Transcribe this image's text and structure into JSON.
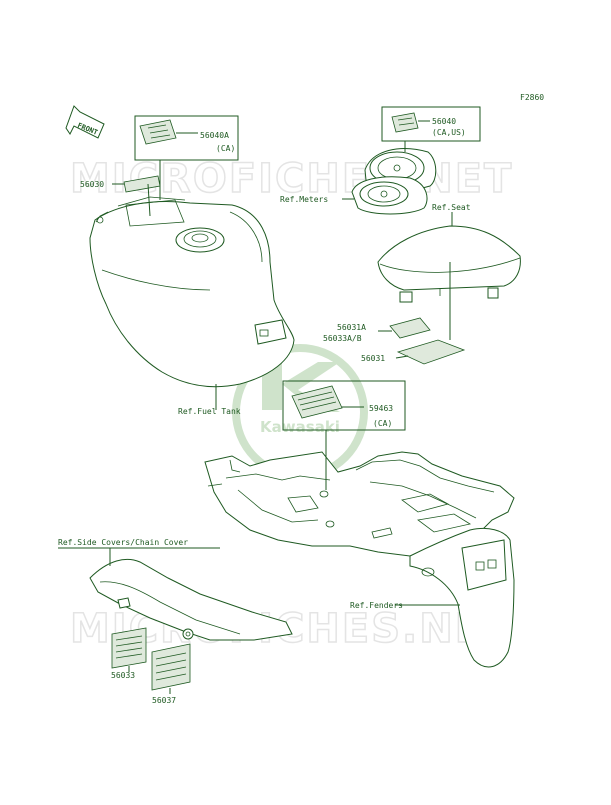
{
  "figure_code": "F2860",
  "front_label": "FRONT",
  "watermark": "MICROFICHES.NET",
  "logo_text": "Kawasaki",
  "colors": {
    "ink": "#1f5a22",
    "watermark": "#e4e4e4",
    "logo": "#cfe3cb",
    "background": "#ffffff"
  },
  "callouts": [
    {
      "id": "56040A",
      "text": "56040A",
      "note": "(CA)"
    },
    {
      "id": "56030",
      "text": "56030"
    },
    {
      "id": "56040",
      "text": "56040",
      "note": "(CA,US)"
    },
    {
      "id": "56031A",
      "text": "56031A"
    },
    {
      "id": "56033AB",
      "text": "56033A/B"
    },
    {
      "id": "56031",
      "text": "56031"
    },
    {
      "id": "59463",
      "text": "59463",
      "note": "(CA)"
    },
    {
      "id": "56033",
      "text": "56033"
    },
    {
      "id": "56037",
      "text": "56037"
    }
  ],
  "refs": {
    "meters": "Ref.Meters",
    "seat": "Ref.Seat",
    "fuel_tank": "Ref.Fuel Tank",
    "side_covers": "Ref.Side Covers/Chain Cover",
    "fenders": "Ref.Fenders"
  }
}
